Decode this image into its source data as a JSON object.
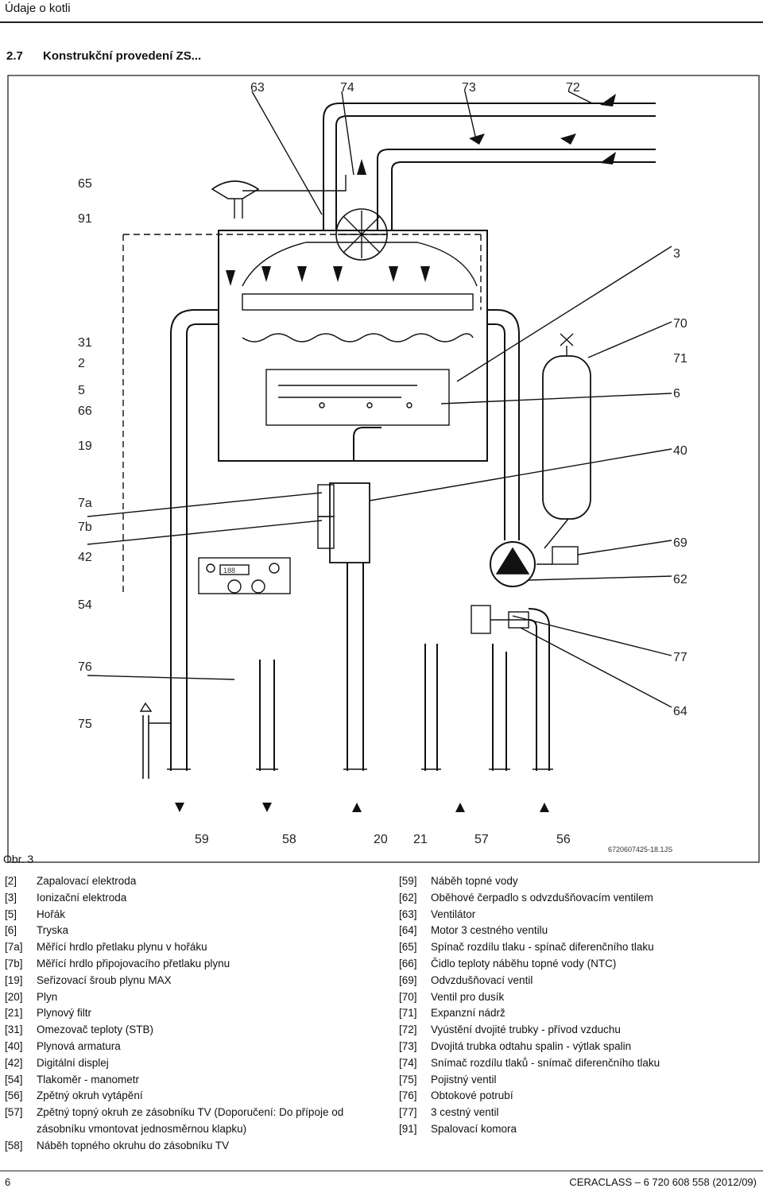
{
  "page": {
    "section_header": "Údaje o kotli",
    "heading_number": "2.7",
    "heading_title": "Konstrukční provedení ZS...",
    "figure_caption": "Obr. 3",
    "figure_code": "6720607425-18.1JS",
    "page_number": "6",
    "doc_id": "CERACLASS – 6 720 608 558 (2012/09)"
  },
  "diagram": {
    "callouts": [
      "63",
      "74",
      "73",
      "72",
      "65",
      "91",
      "3",
      "31",
      "2",
      "5",
      "66",
      "70",
      "71",
      "6",
      "19",
      "40",
      "7a",
      "7b",
      "42",
      "54",
      "69",
      "62",
      "76",
      "77",
      "75",
      "64",
      "59",
      "58",
      "20",
      "21",
      "57",
      "56"
    ],
    "display_text": "188"
  },
  "legend": {
    "left": [
      {
        "ref": "[2]",
        "text": "Zapalovací elektroda"
      },
      {
        "ref": "[3]",
        "text": "Ionizační elektroda"
      },
      {
        "ref": "[5]",
        "text": "Hořák"
      },
      {
        "ref": "[6]",
        "text": "Tryska"
      },
      {
        "ref": "[7a]",
        "text": "Měřící hrdlo přetlaku plynu v hořáku"
      },
      {
        "ref": "[7b]",
        "text": "Měřící hrdlo připojovacího přetlaku plynu"
      },
      {
        "ref": "[19]",
        "text": "Seřizovací šroub plynu MAX"
      },
      {
        "ref": "[20]",
        "text": "Plyn"
      },
      {
        "ref": "[21]",
        "text": "Plynový filtr"
      },
      {
        "ref": "[31]",
        "text": "Omezovač teploty (STB)"
      },
      {
        "ref": "[40]",
        "text": "Plynová armatura"
      },
      {
        "ref": "[42]",
        "text": "Digitální displej"
      },
      {
        "ref": "[54]",
        "text": "Tlakoměr - manometr"
      },
      {
        "ref": "[56]",
        "text": "Zpětný okruh vytápění"
      },
      {
        "ref": "[57]",
        "text": "Zpětný topný okruh ze zásobníku TV (Doporučení: Do přípoje od zásobníku vmontovat jednosměrnou klapku)"
      },
      {
        "ref": "[58]",
        "text": "Náběh topného okruhu do zásobníku TV"
      }
    ],
    "right": [
      {
        "ref": "[59]",
        "text": "Náběh topné vody"
      },
      {
        "ref": "[62]",
        "text": "Oběhové čerpadlo s odvzdušňovacím ventilem"
      },
      {
        "ref": "[63]",
        "text": "Ventilátor"
      },
      {
        "ref": "[64]",
        "text": "Motor 3 cestného ventilu"
      },
      {
        "ref": "[65]",
        "text": "Spínač rozdílu tlaku - spínač diferenčního tlaku"
      },
      {
        "ref": "[66]",
        "text": "Čidlo teploty náběhu topné vody (NTC)"
      },
      {
        "ref": "[69]",
        "text": "Odvzdušňovací ventil"
      },
      {
        "ref": "[70]",
        "text": "Ventil pro dusík"
      },
      {
        "ref": "[71]",
        "text": "Expanzní nádrž"
      },
      {
        "ref": "[72]",
        "text": "Vyústění dvojité trubky - přívod vzduchu"
      },
      {
        "ref": "[73]",
        "text": "Dvojitá trubka odtahu spalin - výtlak spalin"
      },
      {
        "ref": "[74]",
        "text": "Snímač rozdílu tlaků - snímač diferenčního tlaku"
      },
      {
        "ref": "[75]",
        "text": "Pojistný ventil"
      },
      {
        "ref": "[76]",
        "text": "Obtokové potrubí"
      },
      {
        "ref": "[77]",
        "text": "3 cestný ventil"
      },
      {
        "ref": "[91]",
        "text": "Spalovací komora"
      }
    ]
  }
}
